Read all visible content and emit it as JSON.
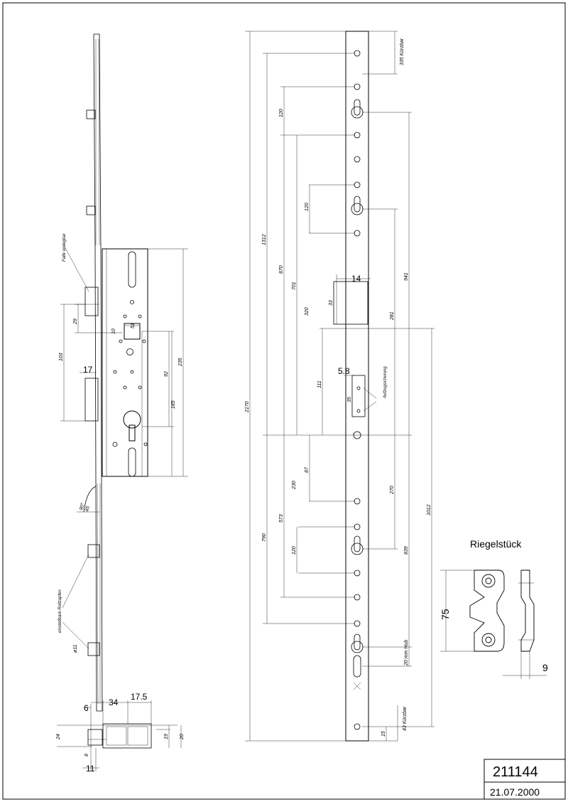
{
  "title_block": {
    "drawing_number": "211144",
    "date": "21.07.2000"
  },
  "strike_plate": {
    "title": "Riegelstück",
    "height_dim": "75",
    "thickness_dim": "9"
  },
  "lock_view": {
    "label_falle": "Falle umlegbar",
    "label_rollzapfen": "einstellbare Rollzapfen",
    "dims": {
      "d29": "29",
      "d103": "103",
      "d17": "17",
      "d51": "51",
      "d10": "10",
      "d92": "92",
      "d235": "235",
      "d185": "185",
      "d45": "45",
      "d90": "90°",
      "d11": "ø11"
    }
  },
  "section_view": {
    "d6": "6",
    "d34": "34",
    "d175": "17.5",
    "d24": "24",
    "d19": "19",
    "d20": "20",
    "d8": "8",
    "d11": "11"
  },
  "bar_view": {
    "d14": "14",
    "d58": "5.8",
    "d33": "33",
    "d35": "35",
    "d111": "111",
    "aufzug": "Aufzugsicherung",
    "d335": "335 Kürzbar",
    "d120a": "120",
    "d120b": "120",
    "d1312": "1312",
    "d870": "870",
    "d701": "701",
    "d320": "320",
    "d281": "281",
    "d941": "941",
    "d2170": "2170",
    "d87": "87",
    "d230": "230",
    "d270": "270",
    "d573": "573",
    "d790": "790",
    "d839": "839",
    "d1012": "1012",
    "d120c": "120",
    "d20hub": "20 mm Hub",
    "d15": "15",
    "d43": "43 Kürzbar"
  }
}
